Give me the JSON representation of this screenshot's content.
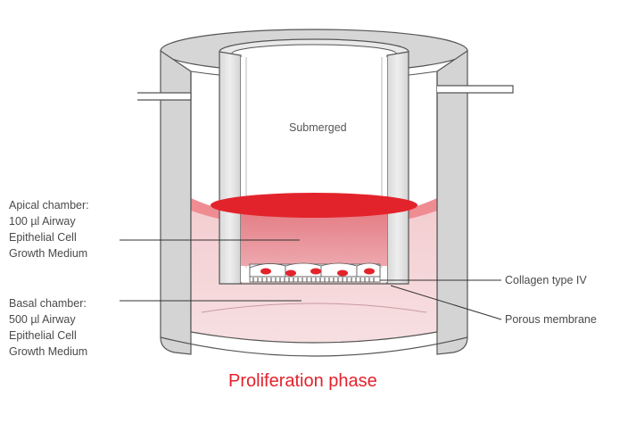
{
  "diagram": {
    "inside_label": "Submerged",
    "labels": {
      "apical": "Apical chamber:\n100 µl Airway\nEpithelial Cell\nGrowth Medium",
      "basal": "Basal chamber:\n500 µl Airway\nEpithelial Cell\nGrowth Medium",
      "collagen": "Collagen type IV",
      "membrane": "Porous membrane"
    },
    "caption": "Proliferation phase",
    "colors": {
      "accent_red": "#e3222c",
      "medium_red": "#e8262b",
      "wall_gray": "#d4d4d4",
      "outline": "#555555"
    }
  }
}
